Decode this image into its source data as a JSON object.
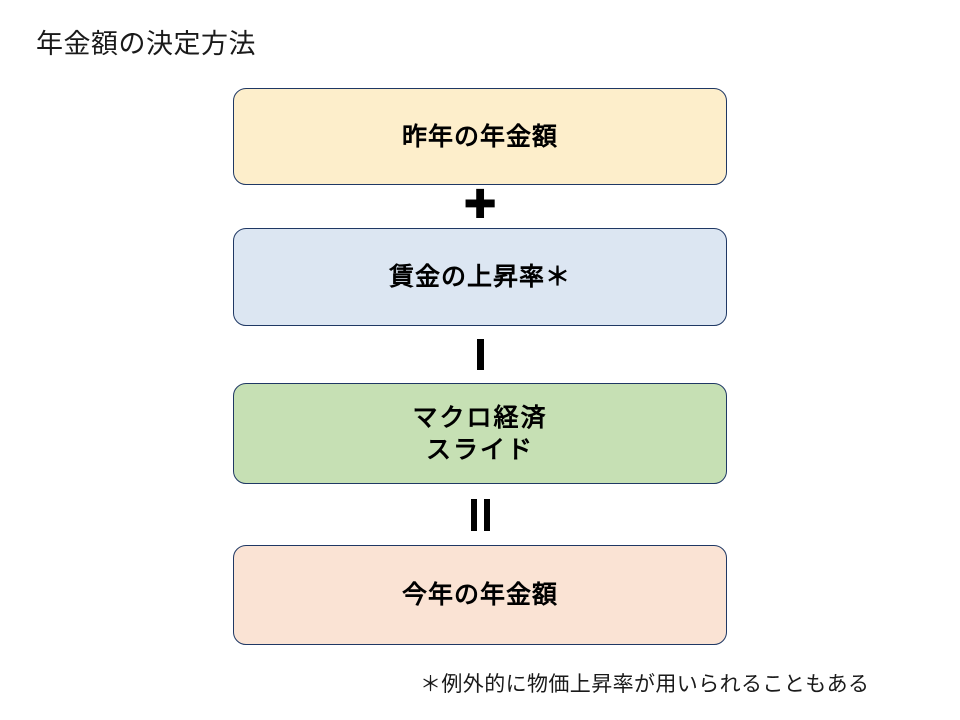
{
  "slide": {
    "title": "年金額の決定方法",
    "footnote": "＊例外的に物価上昇率が用いられることもある"
  },
  "colors": {
    "box_border": "#1f3864",
    "prev_pension_fill": "#fdeecb",
    "wage_growth_fill": "#dce6f2",
    "macro_slide_fill": "#c6e0b4",
    "this_pension_fill": "#fae3d4",
    "text": "#000000",
    "background": "#ffffff"
  },
  "flow": {
    "boxes": [
      {
        "id": "prev-pension",
        "label": "昨年の年金額"
      },
      {
        "id": "wage-growth",
        "label": "賃金の上昇率＊"
      },
      {
        "id": "macro-slide",
        "label_line1": "マクロ経済",
        "label_line2": "スライド"
      },
      {
        "id": "this-pension",
        "label": "今年の年金額"
      }
    ],
    "operators": [
      {
        "id": "plus",
        "symbol": "＋",
        "name": "plus-operator"
      },
      {
        "id": "minus",
        "symbol": "－",
        "name": "minus-operator"
      },
      {
        "id": "equals",
        "symbol": "＝",
        "name": "equals-operator"
      }
    ]
  }
}
